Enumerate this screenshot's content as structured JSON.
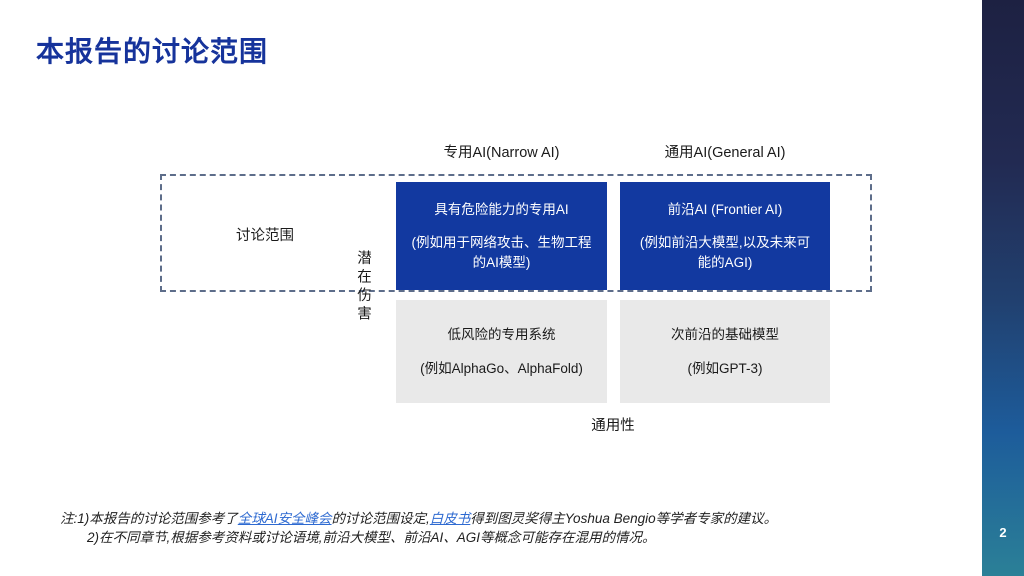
{
  "slide": {
    "title": "本报告的讨论范围",
    "page_number": "2"
  },
  "diagram": {
    "column_labels": {
      "narrow": "专用AI(Narrow AI)",
      "general": "通用AI(General AI)"
    },
    "scope_label": "讨论范围",
    "y_axis_label": "潜在伤害",
    "x_axis_label": "通用性",
    "cells": [
      {
        "title": "具有危险能力的专用AI",
        "example": "(例如用于网络攻击、生物工程的AI模型)",
        "variant": "blue"
      },
      {
        "title": "前沿AI (Frontier AI)",
        "example": "(例如前沿大模型,以及未来可能的AGI)",
        "variant": "blue"
      },
      {
        "title": "低风险的专用系统",
        "example": "(例如AlphaGo、AlphaFold)",
        "variant": "gray"
      },
      {
        "title": "次前沿的基础模型",
        "example": "(例如GPT-3)",
        "variant": "gray"
      }
    ]
  },
  "notes": {
    "line1_prefix": "注:1)本报告的讨论范围参考了",
    "link1": "全球AI安全峰会",
    "line1_mid": "的讨论范围设定,",
    "link2": "白皮书",
    "line1_suffix": "得到图灵奖得主Yoshua Bengio等学者专家的建议。",
    "line2": "2)在不同章节,根据参考资料或讨论语境,前沿大模型、前沿AI、AGI等概念可能存在混用的情况。"
  },
  "colors": {
    "title_blue": "#16339b",
    "cell_blue": "#1239a0",
    "cell_gray": "#e9e9e9",
    "dashed_border": "#5d6d8a",
    "link_blue": "#2e6ad1",
    "sidebar_gradient_top": "#1d2142",
    "sidebar_gradient_bottom": "#2b8097"
  }
}
